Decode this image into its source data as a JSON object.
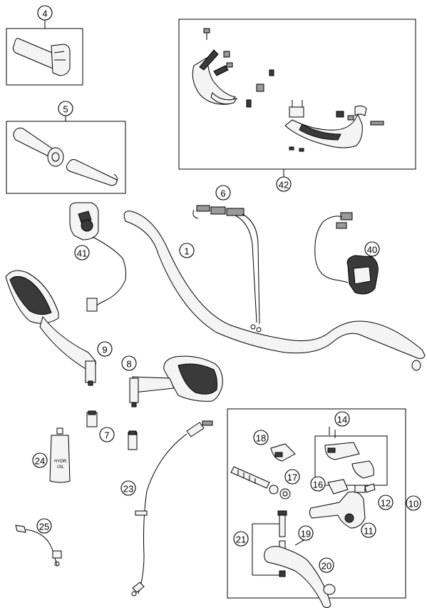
{
  "callouts": {
    "c1": "1",
    "c4": "4",
    "c5": "5",
    "c6": "6",
    "c7": "7",
    "c8": "8",
    "c9": "9",
    "c10": "10",
    "c11": "11",
    "c12": "12",
    "c14": "14",
    "c16": "16",
    "c17": "17",
    "c18": "18",
    "c19": "19",
    "c20": "20",
    "c21": "21",
    "c23": "23",
    "c24": "24",
    "c25": "25",
    "c40": "40",
    "c41": "41",
    "c42": "42"
  },
  "bottle_label": {
    "line1": "HYDR.",
    "line2": "OIL"
  }
}
